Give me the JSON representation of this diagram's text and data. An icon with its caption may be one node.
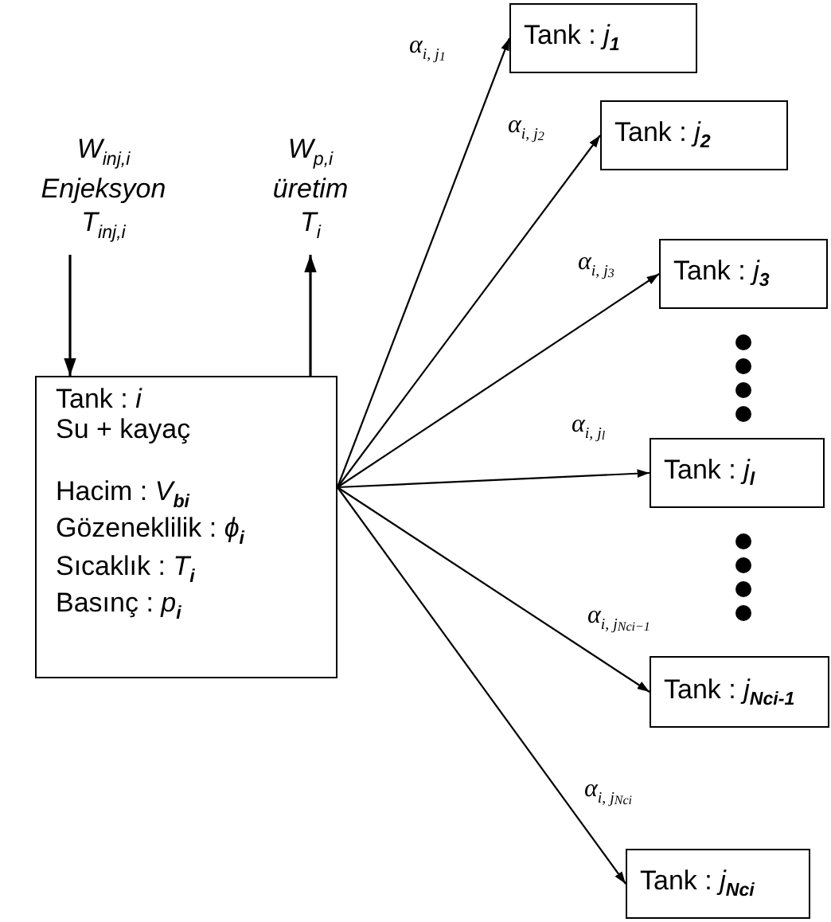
{
  "diagram": {
    "nodes": [
      {
        "text": [
          "Tank : *i*",
          "Su + kayaç",
          "Hacim : *V*$_{bi}$",
          "Gözeneklilik : *ϕ*$_{i}$",
          "Sıcaklık : *T*$_{i}$",
          "Basınç : *p*$_{i}$"
        ]
      },
      {
        "text": [
          "W$_{inj,i}$",
          "Enjeksyon",
          "T$_{inj,i}$"
        ]
      },
      {
        "text": [
          "W$_{p,i}$",
          "üretim",
          "T$_{i}$"
        ]
      },
      {
        "text": [
          "Tank : *j*$_{1}$"
        ]
      },
      {
        "text": [
          "Tank : *j*$_{2}$"
        ]
      },
      {
        "text": [
          "Tank : *j*$_{3}$"
        ]
      },
      {
        "text": [
          "Tank : *j*$_{l}$"
        ]
      },
      {
        "text": [
          "Tank : *j*$_{Nci-1}$"
        ]
      },
      {
        "text": [
          "Tank : *j*$_{Nci}$"
        ]
      }
    ],
    "edges": [
      {
        "from": 1,
        "to": 0,
        "arrow": "to"
      },
      {
        "from": 0,
        "to": 2,
        "arrow": "to"
      },
      {
        "from": 0,
        "to": 3,
        "arrow": "to",
        "label": "α$_{i, j}$$_{1}$"
      },
      {
        "from": 0,
        "to": 4,
        "arrow": "to",
        "label": "α$_{i, j}$$_{2}$"
      },
      {
        "from": 0,
        "to": 5,
        "arrow": "to",
        "label": "α$_{i, j}$$_{3}$"
      },
      {
        "from": 0,
        "to": 6,
        "arrow": "to",
        "label": "α$_{i, j}$$_{l}$"
      },
      {
        "from": 0,
        "to": 7,
        "arrow": "to",
        "label": "α$_{i, j}$$_{Nci−1}$"
      },
      {
        "from": 0,
        "to": 8,
        "arrow": "to",
        "label": "α$_{i, j}$$_{Nci}$"
      }
    ]
  }
}
